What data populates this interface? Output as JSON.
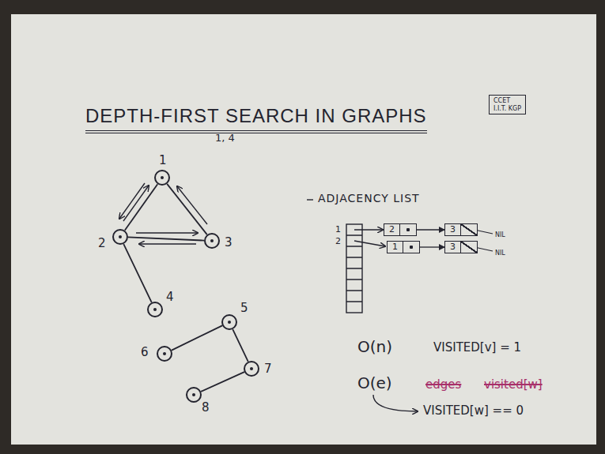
{
  "diagram": {
    "title": "DEPTH-FIRST SEARCH IN GRAPHS",
    "nodes": [
      {
        "text": [
          "CCET",
          "I.I.T. KGP"
        ]
      },
      {
        "text": [
          "1"
        ]
      },
      {
        "text": [
          "2"
        ]
      },
      {
        "text": [
          "3"
        ]
      },
      {
        "text": [
          "4"
        ]
      },
      {
        "text": [
          "5"
        ]
      },
      {
        "text": [
          "6"
        ]
      },
      {
        "text": [
          "7"
        ]
      },
      {
        "text": [
          "8"
        ]
      },
      {
        "text": [
          "2"
        ]
      },
      {
        "text": [
          "3"
        ]
      },
      {
        "text": [
          "1"
        ]
      },
      {
        "text": [
          "3"
        ]
      }
    ],
    "edges": [
      {
        "from": 1,
        "to": 2,
        "arrow": "none"
      },
      {
        "from": 1,
        "to": 3,
        "arrow": "none"
      },
      {
        "from": 2,
        "to": 3,
        "arrow": "none"
      },
      {
        "from": 2,
        "to": 4,
        "arrow": "none"
      },
      {
        "from": 5,
        "to": 6,
        "arrow": "none"
      },
      {
        "from": 5,
        "to": 7,
        "arrow": "none"
      },
      {
        "from": 7,
        "to": 8,
        "arrow": "none"
      },
      {
        "from": 9,
        "to": 10,
        "arrow": "to"
      },
      {
        "from": 11,
        "to": 12,
        "arrow": "to"
      }
    ],
    "labels": [
      "1, 4",
      "ADJACENCY LIST",
      "1",
      "2",
      "NIL",
      "NIL",
      "O(n)",
      "VISITED[v] = 1",
      "O(e)",
      "edges",
      "visited[w]",
      "VISITED[w] == 0"
    ]
  }
}
